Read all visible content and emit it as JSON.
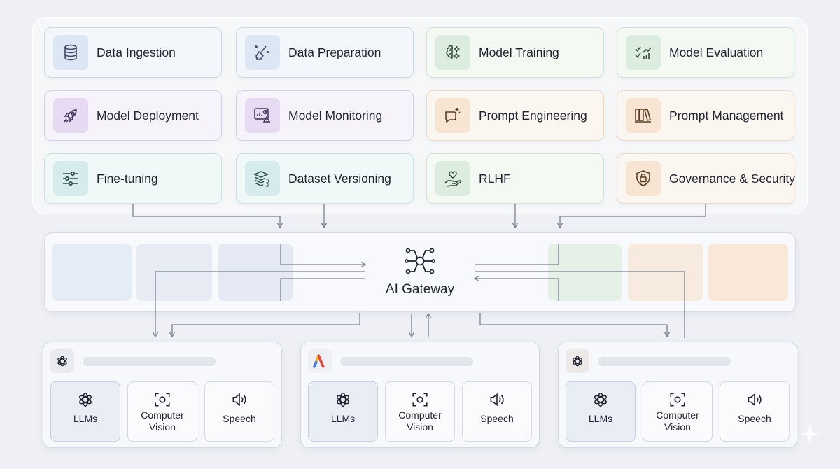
{
  "tools": [
    {
      "id": "data-ingestion",
      "label": "Data Ingestion",
      "icon": "database-icon",
      "tone": "blue"
    },
    {
      "id": "data-preparation",
      "label": "Data Preparation",
      "icon": "broom-sparkle-icon",
      "tone": "blue"
    },
    {
      "id": "model-training",
      "label": "Model Training",
      "icon": "brain-gear-icon",
      "tone": "green"
    },
    {
      "id": "model-evaluation",
      "label": "Model Evaluation",
      "icon": "checks-chart-icon",
      "tone": "green"
    },
    {
      "id": "model-deployment",
      "label": "Model Deployment",
      "icon": "rocket-icon",
      "tone": "purple"
    },
    {
      "id": "model-monitoring",
      "label": "Model Monitoring",
      "icon": "monitor-alert-icon",
      "tone": "purple"
    },
    {
      "id": "prompt-engineering",
      "label": "Prompt Engineering",
      "icon": "chat-sparkle-icon",
      "tone": "orange"
    },
    {
      "id": "prompt-management",
      "label": "Prompt Management",
      "icon": "binders-icon",
      "tone": "orange"
    },
    {
      "id": "fine-tuning",
      "label": "Fine-tuning",
      "icon": "sliders-icon",
      "tone": "teal"
    },
    {
      "id": "dataset-versioning",
      "label": "Dataset Versioning",
      "icon": "layers-versions-icon",
      "tone": "teal"
    },
    {
      "id": "rlhf",
      "label": "RLHF",
      "icon": "hand-heart-icon",
      "tone": "green"
    },
    {
      "id": "governance-security",
      "label": "Governance & Security",
      "icon": "shield-lock-icon",
      "tone": "orange"
    }
  ],
  "gateway": {
    "label": "AI Gateway",
    "icon": "network-hub-icon"
  },
  "providers": [
    {
      "id": "provider-1",
      "logo": "openai-logo-icon",
      "capabilities": [
        {
          "label": "LLMs",
          "icon": "openai-logo-icon"
        },
        {
          "label": "Computer Vision",
          "icon": "focus-camera-icon"
        },
        {
          "label": "Speech",
          "icon": "speaker-icon"
        }
      ]
    },
    {
      "id": "provider-2",
      "logo": "a-brand-logo-icon",
      "capabilities": [
        {
          "label": "LLMs",
          "icon": "openai-logo-icon"
        },
        {
          "label": "Computer Vision",
          "icon": "focus-camera-icon"
        },
        {
          "label": "Speech",
          "icon": "speaker-icon"
        }
      ]
    },
    {
      "id": "provider-3",
      "logo": "openai-logo-icon",
      "capabilities": [
        {
          "label": "LLMs",
          "icon": "openai-logo-icon"
        },
        {
          "label": "Computer Vision",
          "icon": "focus-camera-icon"
        },
        {
          "label": "Speech",
          "icon": "speaker-icon"
        }
      ]
    }
  ],
  "colors": {
    "arrow": "#6f7685",
    "text": "#1f2430"
  }
}
